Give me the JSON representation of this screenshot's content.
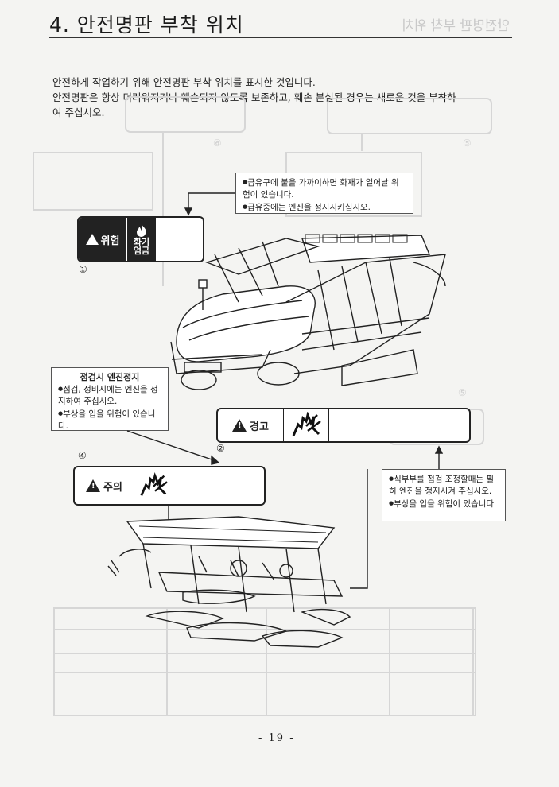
{
  "page": {
    "section_title": "4. 안전명판 부착 위치",
    "ghost_title": "안전명판 부착 위치",
    "intro_lines": [
      "안전하게 작업하기 위해 안전명판 부착 위치를 표시한 것입니다.",
      "안전명판은 항상 더러워지거나 훼손되지 않도록 보존하고, 훼손 분실된 경우는 새로운 것을 부착하",
      "여 주십시오."
    ],
    "page_number": "- 19 -"
  },
  "notes": {
    "fuel": {
      "lines": [
        "급유구에 불을 가까이하면 화재가 일어날 위험이 있습니다.",
        "급유중에는 엔진을 정지시키십시오."
      ]
    },
    "inspection": {
      "title": "점검시 엔진정지",
      "lines": [
        "점검, 정비시에는 엔진을 정지하여 주십시오.",
        "부상을 입을 위험이 있습니다."
      ]
    },
    "planting": {
      "lines": [
        "식부부를 점검 조정할때는 필히 엔진을 정지시켜 주십시오.",
        "부상을 입을 위험이 있습니다"
      ]
    }
  },
  "labels": {
    "danger": {
      "number": "①",
      "signal": "위험",
      "picto_text": "화기엄금",
      "icon": "fire-icon"
    },
    "warning": {
      "number": "②",
      "signal": "경고",
      "icon": "hand-blade-icon"
    },
    "caution": {
      "number": "④",
      "signal": "주의",
      "icon": "hand-blade-icon"
    }
  },
  "ghost_marks": {
    "n5": "⑤",
    "n6": "⑥"
  },
  "colors": {
    "ink": "#222222",
    "paper": "#f4f4f2",
    "ghost": "#cfcfcf"
  }
}
